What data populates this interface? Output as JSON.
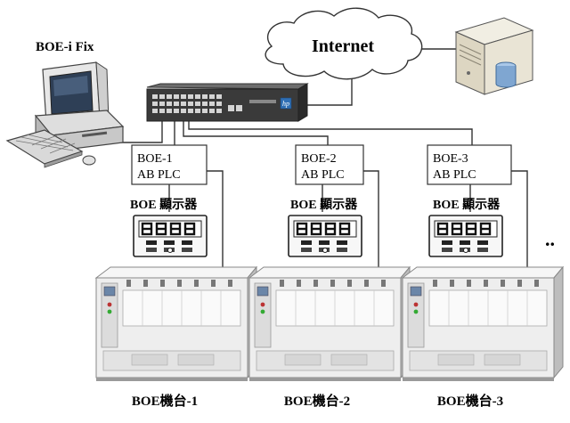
{
  "computer": {
    "label": "BOE-i Fix"
  },
  "internet": {
    "label": "Internet"
  },
  "switch": {
    "brand": "hp"
  },
  "stations": [
    {
      "plc_id": "BOE-1",
      "plc_type": "AB PLC",
      "display_label": "BOE 顯示器",
      "machine_label": "BOE機台-1"
    },
    {
      "plc_id": "BOE-2",
      "plc_type": "AB PLC",
      "display_label": "BOE 顯示器",
      "machine_label": "BOE機台-2"
    },
    {
      "plc_id": "BOE-3",
      "plc_type": "AB PLC",
      "display_label": "BOE 顯示器",
      "machine_label": "BOE機台-3"
    }
  ],
  "more_indicator": "..",
  "colors": {
    "line": "#333333",
    "machine_body": "#eeeeee",
    "machine_shadow": "#bdbdbd",
    "display_digits": "#111111"
  }
}
